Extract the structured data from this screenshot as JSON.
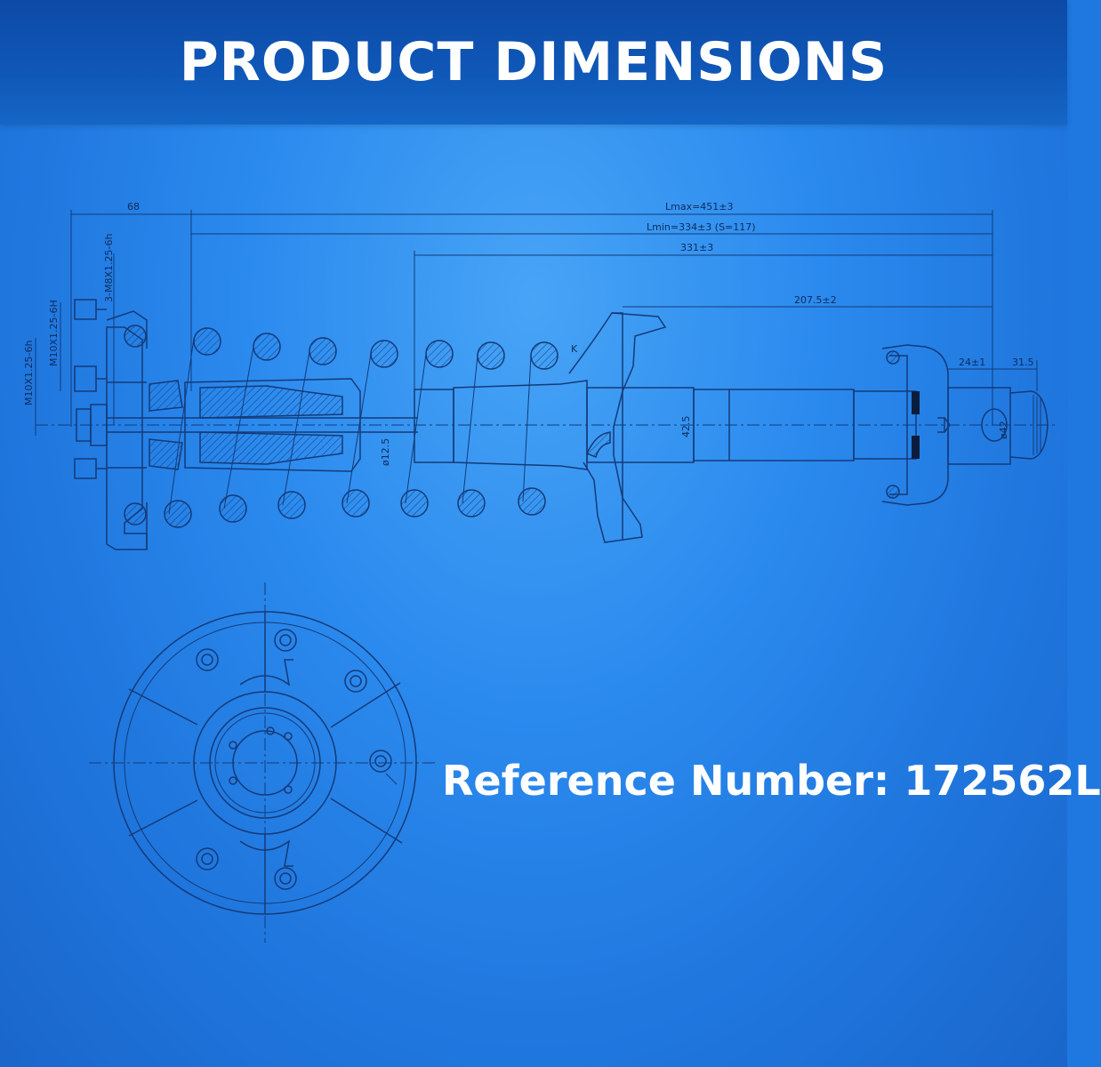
{
  "header": {
    "title": "PRODUCT DIMENSIONS"
  },
  "reference": {
    "text": "Reference Number: 172562L"
  },
  "drawing": {
    "dimensions": {
      "d68": "68",
      "lmax": "Lmax=451±3",
      "lmin": "Lmin=334±3 (S=117)",
      "d331": "331±3",
      "d207": "207.5±2",
      "d24": "24±1",
      "d31": "31.5",
      "d42_5": "42.5",
      "dia12": "ø12.5",
      "dia42": "ø42",
      "k_mark": "K"
    },
    "threads": {
      "m8": "3-M8X1.25-6h",
      "m10a": "M10X1.25-6H",
      "m10b": "M10X1.25-6h"
    }
  },
  "colors": {
    "header_bg": "#0f58b8",
    "background": "#2b8aee",
    "line": "#143a78",
    "text": "#ffffff"
  }
}
